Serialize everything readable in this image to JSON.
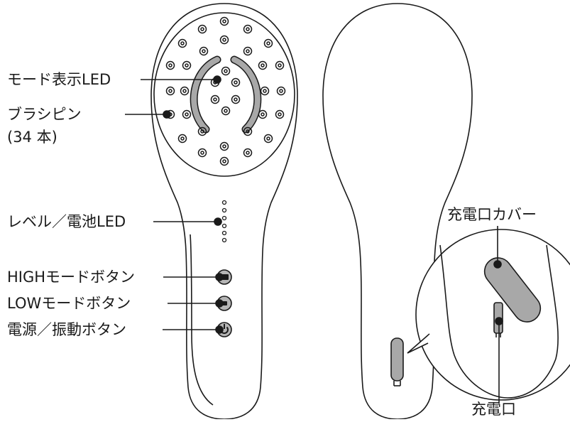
{
  "labels": {
    "mode_led": "モード表示LED",
    "brush_pins_line1": "ブラシピン",
    "brush_pins_line2": "(34 本)",
    "level_led": "レベル／電池LED",
    "high_button": "HIGHモードボタン",
    "low_button": "LOWモードボタン",
    "power_button": "電源／振動ボタン",
    "charge_cover": "充電口カバー",
    "charge_port": "充電口"
  },
  "colors": {
    "outline": "#1a1a1a",
    "led_arc": "#a8a8a8",
    "cover": "#a8a8a8",
    "button": "#b5b5b5",
    "background": "#ffffff"
  },
  "icons": {
    "power_button": "power-icon"
  }
}
